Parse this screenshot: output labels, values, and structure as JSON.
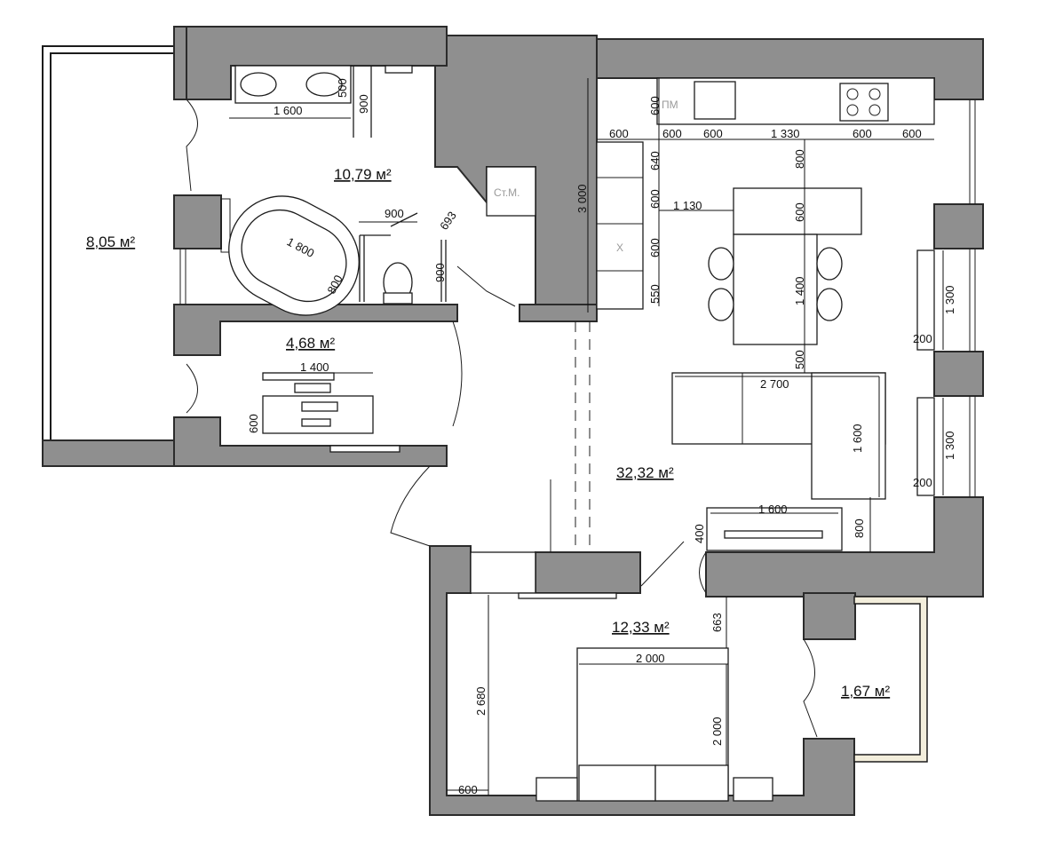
{
  "rooms": {
    "balcony_left": "8,05 м²",
    "bathroom": "10,79 м²",
    "wc_laundry": "4,68 м²",
    "living_kitchen": "32,32 м²",
    "bedroom": "12,33 м²",
    "balcony_right": "1,67 м²"
  },
  "labels": {
    "wardrobe": "Ст.М.",
    "dishwasher": "ПМ",
    "fridge": "Х"
  },
  "dims": {
    "d1600_bath": "1 600",
    "d500_sink": "500",
    "d900_top": "900",
    "d900_shower": "900",
    "d693": "693",
    "d1800": "1 800",
    "d800_tub": "800",
    "d900_shower_v": "900",
    "d1400_laundry": "1 400",
    "d600_laundry": "600",
    "d3000": "3 000",
    "d600_k1": "600",
    "d600_k2": "600",
    "d600_k3": "600",
    "d1330": "1 330",
    "d600_k4": "600",
    "d600_k5": "600",
    "d600_sink_v": "600",
    "d640": "640",
    "d800_island": "800",
    "d600_a": "600",
    "d1130": "1 130",
    "d600_island": "600",
    "d600_b": "600",
    "d550": "550",
    "d1400_table": "1 400",
    "d500_sofa": "500",
    "d1300_a": "1 300",
    "d200_a": "200",
    "d2700": "2 700",
    "d1600_sofa": "1 600",
    "d1300_b": "1 300",
    "d200_b": "200",
    "d1600_tv": "1 600",
    "d400": "400",
    "d800_tv": "800",
    "d663": "663",
    "d2000_w": "2 000",
    "d2000_h": "2 000",
    "d2680": "2 680",
    "d600_bed": "600"
  }
}
